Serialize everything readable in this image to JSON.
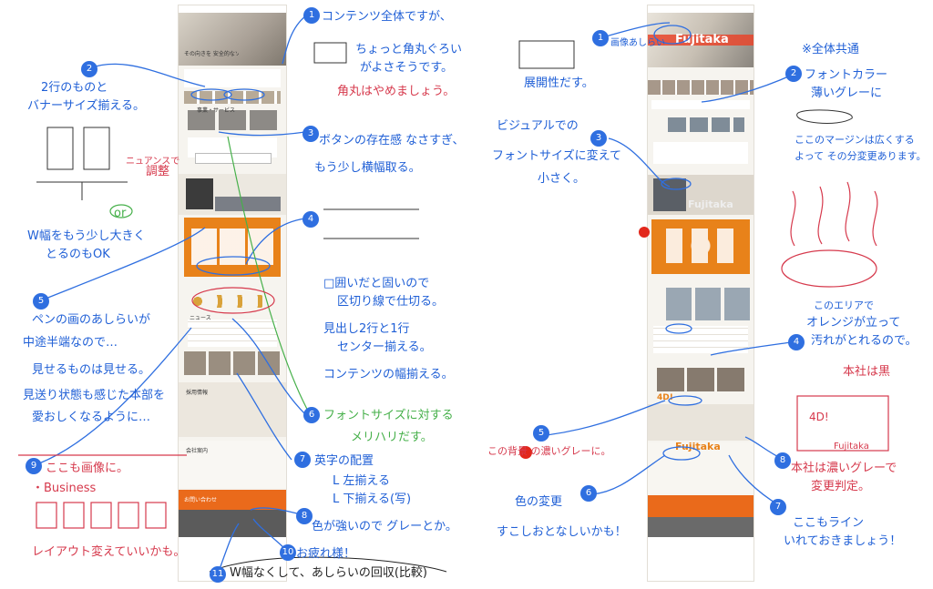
{
  "left": {
    "circles": [
      "1",
      "2",
      "3",
      "4",
      "5",
      "6",
      "7",
      "8",
      "9",
      "10",
      "11"
    ],
    "notes": {
      "n1a": "コンテンツ全体ですが、",
      "n1b": "ちょっと角丸ぐろい",
      "n1c": "がよさそうです。",
      "n1d": "角丸はやめましょう。",
      "n2a": "2行のものと",
      "n2b": "バナーサイズ揃える。",
      "n2c": "W幅をもう少し大きく",
      "n2d": "とるのもOK",
      "n2e": "ニュアンスで",
      "n2f": "調整",
      "n2g": "or",
      "n3a": "ボタンの存在感 なさすぎ、",
      "n3b": "もう少し横幅取る。",
      "n4a": "□囲いだと固いので",
      "n4b": "区切り線で仕切る。",
      "n4c": "見出し2行と1行",
      "n4d": "センター揃える。",
      "n4e": "コンテンツの幅揃える。",
      "n5a": "ペンの画のあしらいが",
      "n5b": "中途半端なので…",
      "n5c": "見せるものは見せる。",
      "n5d": "見送り状態も感じた本部を",
      "n5e": "愛おしくなるように…",
      "n6a": "フォントサイズに対する",
      "n6b": "メリハリだす。",
      "n7a": "英字の配置",
      "n7b": "L 左揃える",
      "n7c": "L 下揃える(写)",
      "n8": "色が強いので グレーとか。",
      "n9": "ここも画像に。",
      "n9b": "・Business",
      "n9c": "レイアウト変えていいかも。",
      "n10": "お疲れ様！",
      "n11": "W幅なくして、あしらいの回収(比較)"
    }
  },
  "right": {
    "circles": [
      "1",
      "2",
      "3",
      "4",
      "5",
      "6",
      "7",
      "8"
    ],
    "notes": {
      "r1a": "画像あしらい",
      "r1b": "展開性だす。",
      "r2a": "※全体共通",
      "r2b": "フォントカラー",
      "r2c": "薄いグレーに",
      "r2d": "ここのマージンは広くする",
      "r2e": "よって その分変更あります。",
      "r3a": "ビジュアルでの",
      "r3b": "フォントサイズに変えて",
      "r3c": "小さく。",
      "r4a": "このエリアで",
      "r4b": "オレンジが立って",
      "r4c": "汚れがとれるので。",
      "r5": "この背景      の濃いグレーに。",
      "r6a": "色の変更",
      "r6b": "すこしおとなしいかも！",
      "r7a": "ここもライン",
      "r7b": "いれておきましょう！",
      "r8a": "本社は黒",
      "r8b": "本社は濃いグレーで",
      "r8c": "変更判定。",
      "r9": "4D!",
      "r10": "Fujitaka"
    }
  },
  "site": {
    "logo": "Fujitaka",
    "hero_copy": "その向きを 安全的なソリューションカンパニー",
    "sec_business": "事業・サービス",
    "sec_news": "ニュース",
    "sec_recruit": "採用情報",
    "sec_company": "会社案内",
    "contact": "お問い合わせ",
    "tag_4d": "4D!"
  },
  "colors": {
    "annotation_blue": "#1f5fd6",
    "annotation_red": "#d6394c",
    "annotation_green": "#46b04a",
    "orange": "#e8821a",
    "dark_orange": "#ea6a1b",
    "gray_footer": "#5b5b5b"
  }
}
